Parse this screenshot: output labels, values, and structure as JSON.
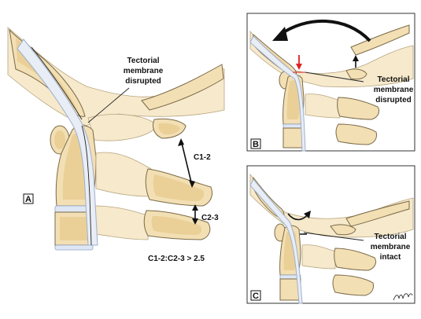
{
  "panel_a": {
    "label": "A",
    "tectorial_label": [
      "Tectorial",
      "membrane",
      "disrupted"
    ],
    "c12_label": "C1-2",
    "c23_label": "C2-3",
    "ratio_label": "C1-2:C2-3 > 2.5"
  },
  "panel_b": {
    "label": "B",
    "tectorial_label": [
      "Tectorial",
      "membrane",
      "disrupted"
    ]
  },
  "panel_c": {
    "label": "C",
    "tectorial_label": [
      "Tectorial",
      "membrane",
      "intact"
    ]
  },
  "colors": {
    "bone": "#f3dfb4",
    "bone_inner": "#e6c98a",
    "cord": "#e8edf6",
    "disrupted_arrow": "#e02020"
  }
}
